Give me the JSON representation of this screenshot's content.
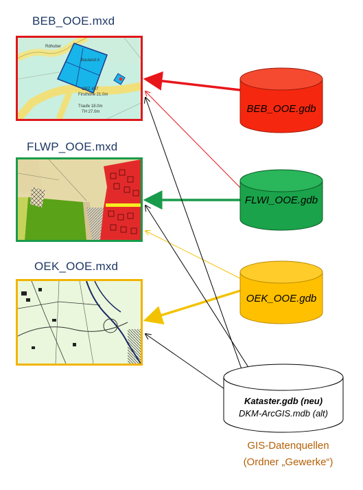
{
  "maps": [
    {
      "title": "BEB_OOE.mxd",
      "border": "#e0161b",
      "labels": [
        "Rdhuber",
        "Bauland A",
        "ORZ 457",
        "Firsthöhe 21.0m",
        "Traufe 18.0m",
        "TH 27.0m"
      ]
    },
    {
      "title": "FLWP_OOE.mxd",
      "border": "#1a9b4b"
    },
    {
      "title": "OEK_OOE.mxd",
      "border": "#f2b400"
    }
  ],
  "sources": [
    {
      "label": "BEB_OOE.gdb",
      "color": "#f5280f"
    },
    {
      "label": "FLWI_OOE.gdb",
      "color": "#1aa34a"
    },
    {
      "label": "OEK_OOE.gdb",
      "color": "#ffc000"
    },
    {
      "label_bold": "Kataster.gdb (neu)",
      "label_sub": "DKM-ArcGIS.mdb (alt)",
      "color": "#ffffff"
    }
  ],
  "footer": {
    "line1": "GIS-Datenquellen",
    "line2": "(Ordner „Gewerke“)"
  },
  "colors": {
    "title": "#1f3864",
    "footer": "#b45f06"
  }
}
